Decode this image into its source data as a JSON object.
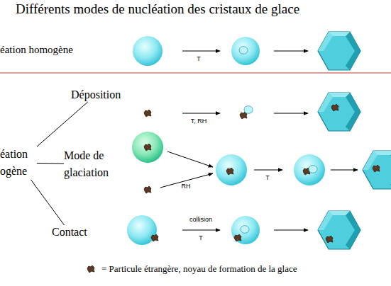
{
  "diagram": {
    "title": "Différents modes de nucléation des cristaux de glace",
    "nodes": [
      {
        "text": [
          "éation ogène"
        ]
      },
      {
        "text": [
          "Déposition"
        ]
      },
      {
        "text": [
          "Mode de glaciation"
        ]
      },
      {
        "text": [
          "Contact"
        ]
      }
    ],
    "edges": [
      {
        "from": 0,
        "to": 1,
        "arrow": "none"
      },
      {
        "from": 0,
        "to": 2,
        "arrow": "none"
      },
      {
        "from": 0,
        "to": 3,
        "arrow": "none"
      }
    ],
    "labels": [
      "éation homogène",
      "T",
      "T, RH",
      "RH",
      "T",
      "collision",
      "T"
    ],
    "legend": [
      {
        "text": "= Particule étrangère, noyau de formation de la glace"
      }
    ]
  }
}
